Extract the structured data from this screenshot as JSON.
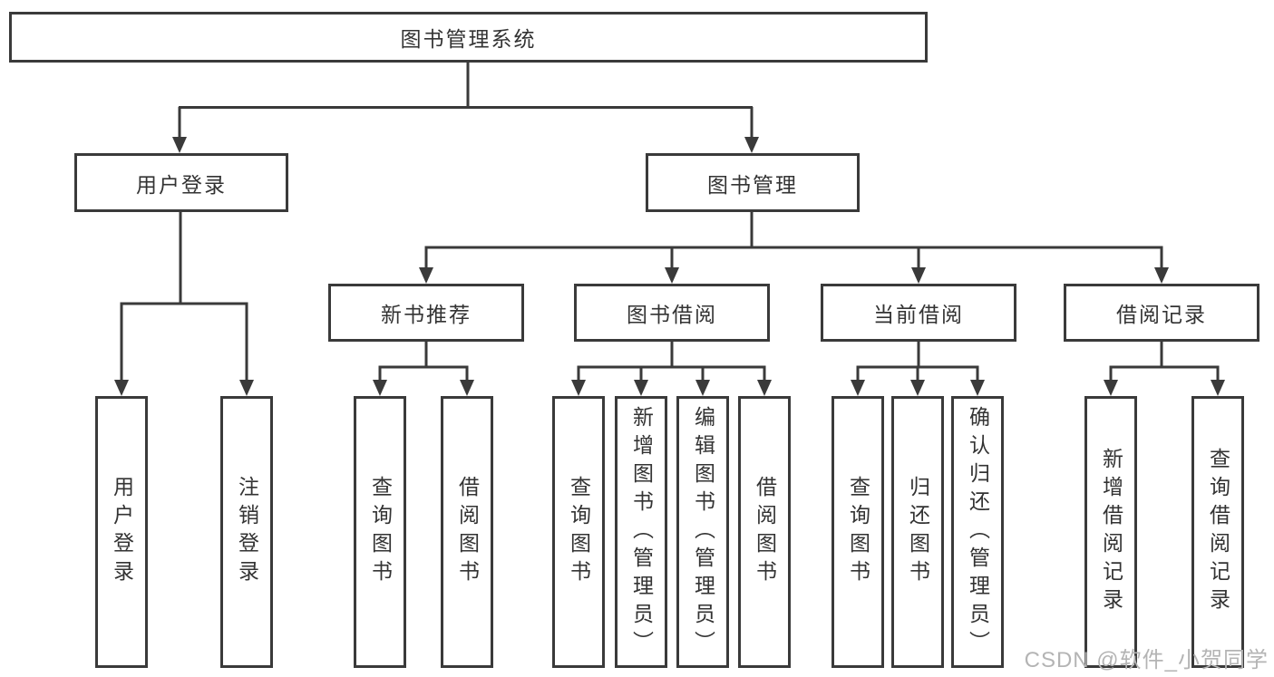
{
  "tree": {
    "root": "图书管理系统",
    "branches": [
      {
        "label": "用户登录",
        "children": [
          "用户登录",
          "注销登录"
        ]
      },
      {
        "label": "图书管理",
        "groups": [
          {
            "label": "新书推荐",
            "children": [
              "查询图书",
              "借阅图书"
            ]
          },
          {
            "label": "图书借阅",
            "children": [
              "查询图书",
              "新增图书（管理员）",
              "编辑图书（管理员）",
              "借阅图书"
            ]
          },
          {
            "label": "当前借阅",
            "children": [
              "查询图书",
              "归还图书",
              "确认归还（管理员）"
            ]
          },
          {
            "label": "借阅记录",
            "children": [
              "新增借阅记录",
              "查询借阅记录"
            ]
          }
        ]
      }
    ]
  },
  "watermark": "CSDN @软件_小贺同学",
  "colors": {
    "line": "#3a3a3a",
    "text": "#333333",
    "watermark": "#b4b4b4",
    "background": "#ffffff"
  }
}
